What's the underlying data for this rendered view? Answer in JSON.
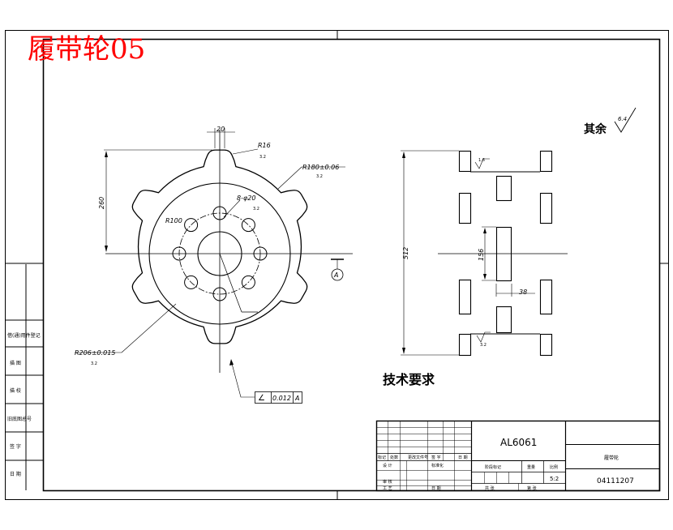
{
  "watermark": {
    "text": "履带轮05",
    "color": "#ff0000"
  },
  "sheet": {
    "left_column_labels": [
      "借(通)用件登记",
      "描 图",
      "描 校",
      "旧底图总号",
      "签 字",
      "日 期"
    ]
  },
  "front_view": {
    "dim_top_width": "20",
    "dim_tooth_radius": "R16",
    "dim_height": "260",
    "dim_pitch_radius": "R180±0.06",
    "dim_holes": "8-φ20",
    "dim_hole_circle": "R100",
    "dim_outer_radius": "R206±0.015",
    "roughness_value": "3.2",
    "gdt": {
      "symbol": "∠",
      "tolerance": "0.012",
      "datum": "A"
    },
    "datum_label": "A"
  },
  "side_view": {
    "dim_total_height": "512",
    "dim_inner_height": "156",
    "dim_slot_width": "38",
    "roughness_value": "3.2",
    "roughness_top": "1.6"
  },
  "general_roughness": {
    "label": "其余",
    "value": "6.4"
  },
  "tech_requirements": {
    "title": "技术要求"
  },
  "title_block": {
    "material": "AL6061",
    "part_name": "履带轮",
    "drawing_number": "04111207",
    "scale": "5:2",
    "revision_headers": [
      "标记",
      "处数",
      "更改文件号",
      "签 字",
      "日 期"
    ],
    "row_labels": [
      "设 计",
      "标准化",
      "审 核",
      "工 艺",
      "日 期"
    ],
    "stage_headers": [
      "阶段标记",
      "重量",
      "比例"
    ],
    "sheet_labels": [
      "共 张",
      "第 张"
    ]
  },
  "colors": {
    "line": "#000000",
    "background": "#ffffff"
  }
}
